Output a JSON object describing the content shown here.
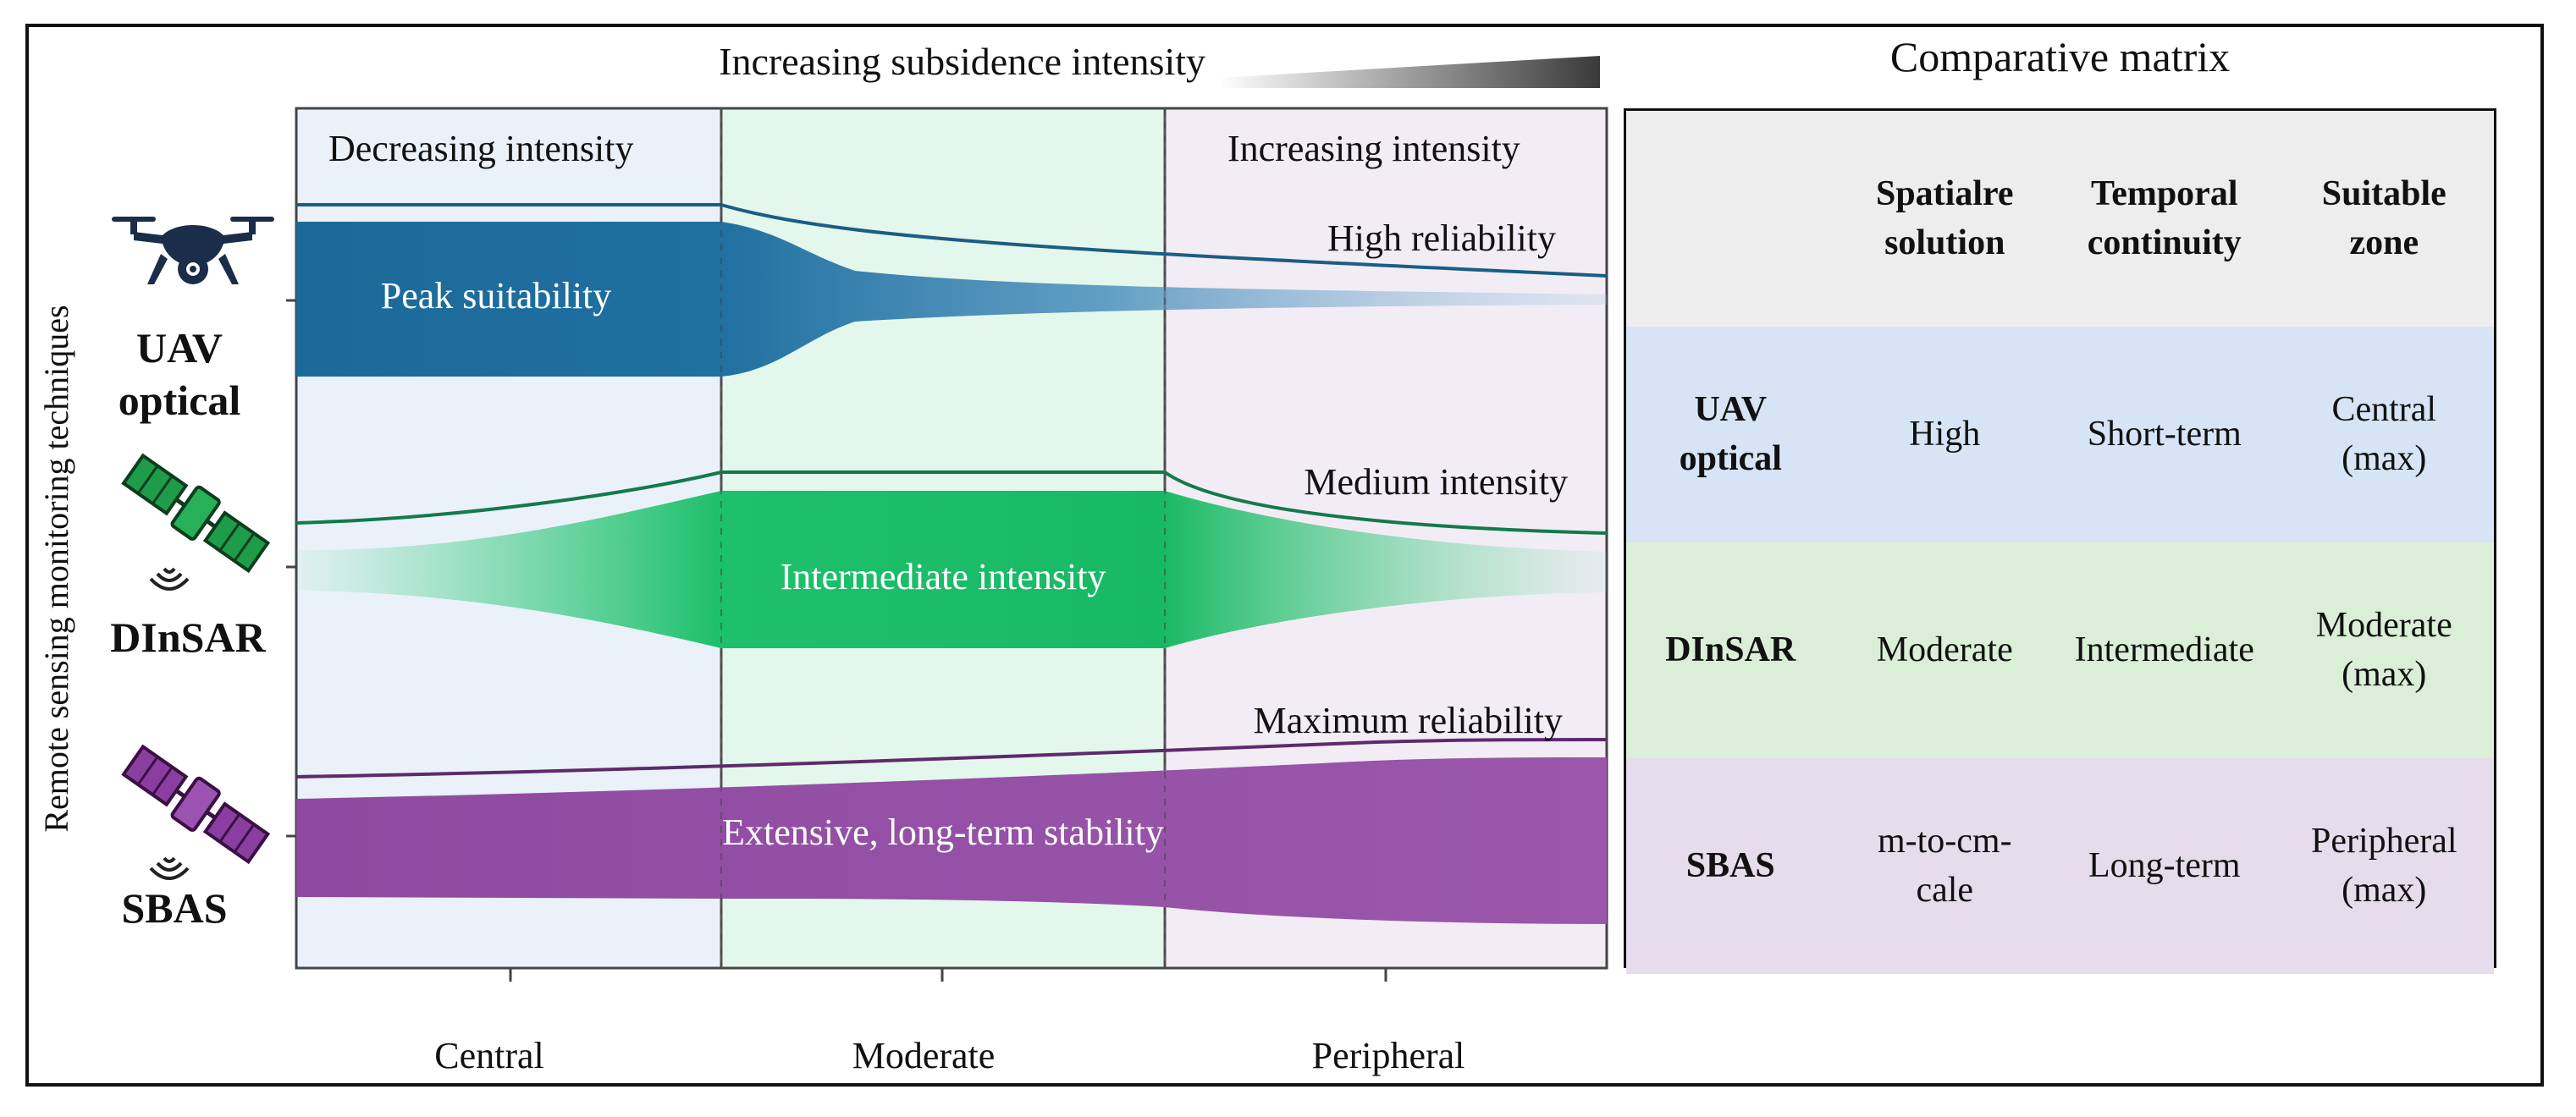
{
  "top_label": "Increasing subsidence intensity",
  "y_axis_title": "Remote sensing monitoring techniques",
  "zone_headers": [
    "Decreasing intensity",
    "Increasing intensity"
  ],
  "band_labels": {
    "uav_curve": "High reliability",
    "uav_band": "Peak suitability",
    "din_curve": "Medium intensity",
    "din_band": "Intermediate intensity",
    "sbas_curve": "Maximum reliability",
    "sbas_band": "Extensive, long-term stability"
  },
  "x_ticks": [
    "Central",
    "Moderate",
    "Peripheral"
  ],
  "techniques": [
    {
      "line1": "UAV",
      "line2": "optical",
      "icon": "drone-icon",
      "color": "#1e6d9c"
    },
    {
      "line1": "DInSAR",
      "line2": "",
      "icon": "satellite-icon",
      "color": "#1bbf6a"
    },
    {
      "line1": "SBAS",
      "line2": "",
      "icon": "satellite-icon",
      "color": "#8e4aa0"
    }
  ],
  "matrix": {
    "title": "Comparative matrix",
    "headers": [
      {
        "l1": "",
        "l2": ""
      },
      {
        "l1": "Spatialre",
        "l2": "solution"
      },
      {
        "l1": "Temporal",
        "l2": "continuity"
      },
      {
        "l1": "Suitable",
        "l2": "zone"
      }
    ],
    "rows": [
      {
        "name1": "UAV",
        "name2": "optical",
        "spatial1": "High",
        "spatial2": "",
        "temporal": "Short-term",
        "zone1": "Central",
        "zone2": "(max)"
      },
      {
        "name1": "DInSAR",
        "name2": "",
        "spatial1": "Moderate",
        "spatial2": "",
        "temporal": "Intermediate",
        "zone1": "Moderate",
        "zone2": "(max)"
      },
      {
        "name1": "SBAS",
        "name2": "",
        "spatial1": "m-to-cm-",
        "spatial2": "cale",
        "temporal": "Long-term",
        "zone1": "Peripheral",
        "zone2": "(max)"
      }
    ]
  },
  "colors": {
    "zone_central": "#eaf1f9",
    "zone_moderate": "#e4f7ec",
    "zone_peripheral": "#f2ecf5",
    "uav": "#1e6d9c",
    "dinsar": "#1bbf6a",
    "sbas": "#8e4aa0"
  }
}
